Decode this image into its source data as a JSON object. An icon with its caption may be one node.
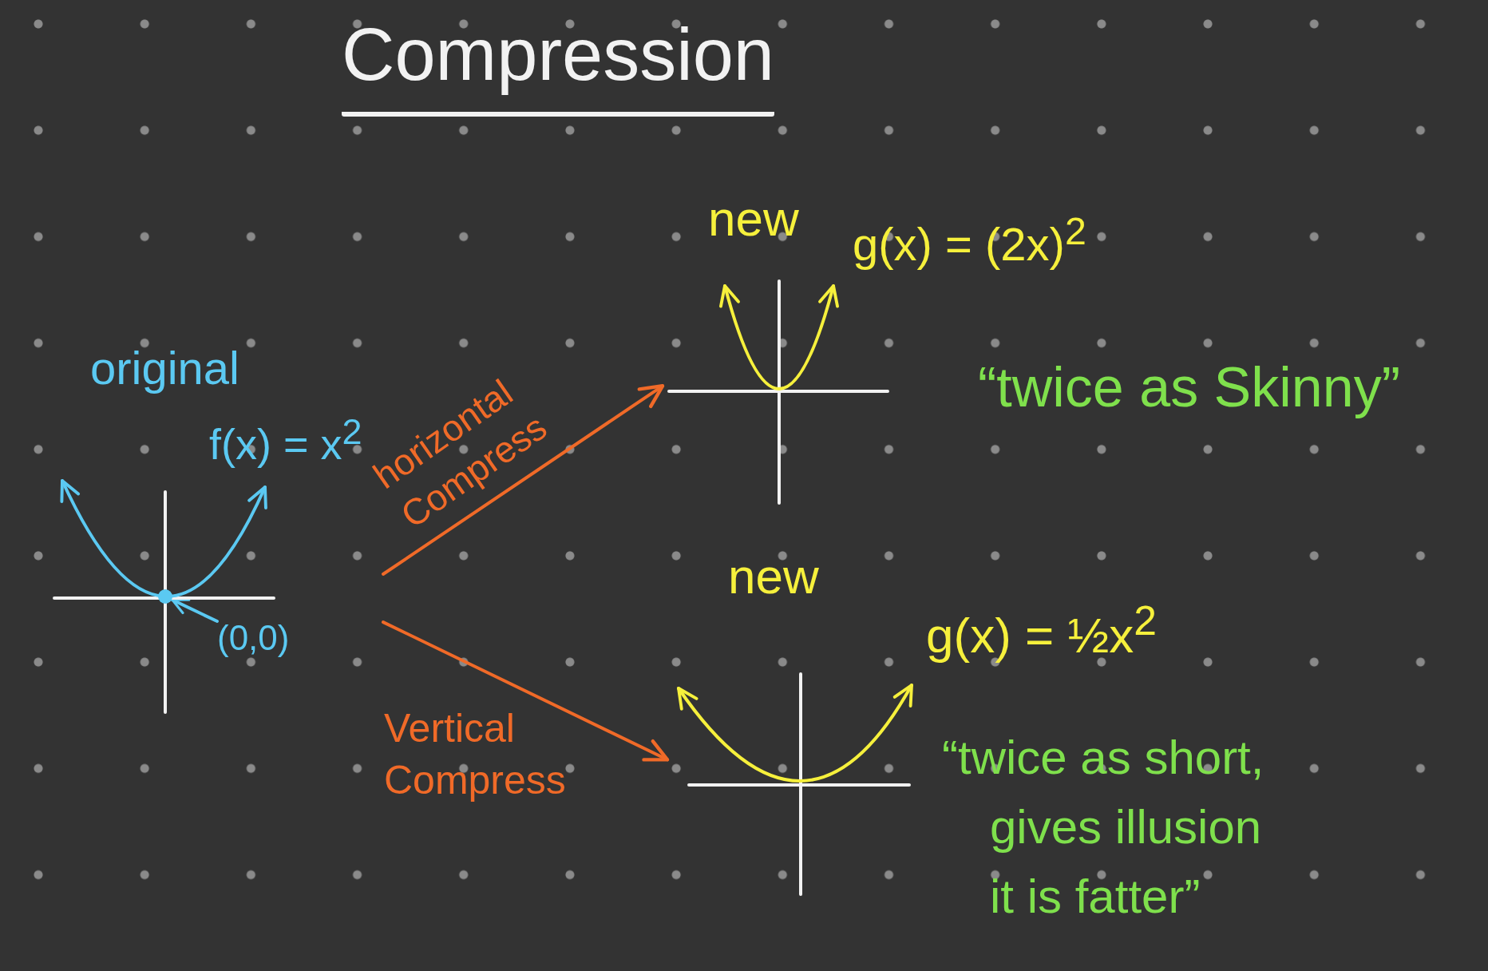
{
  "diagram": {
    "title": "Compression",
    "nodes": [
      {
        "text": [
          "original",
          "f(x) = x$^{2}$"
        ]
      },
      {
        "text": [
          "(0,0)"
        ],
        "in": 0
      },
      {
        "text": [],
        "shape": "circle",
        "in": 0
      },
      {
        "text": [
          "new",
          "g(x) = (2x)$^{2}$"
        ],
        "beside": [
          "“twice as Skinny”"
        ]
      },
      {
        "text": [
          "new",
          "g(x) = ½x$^{2}$",
          "“twice as short, gives illusion it is fatter”"
        ]
      }
    ],
    "edges": [
      {
        "from": 0,
        "to": 3,
        "arrow": "to",
        "label": "horizontal Compress"
      },
      {
        "from": 0,
        "to": 4,
        "arrow": "to",
        "label": "Vertical Compress"
      },
      {
        "from": 1,
        "to": 2,
        "arrow": "to",
        "color": "#5bc9f2"
      }
    ]
  }
}
